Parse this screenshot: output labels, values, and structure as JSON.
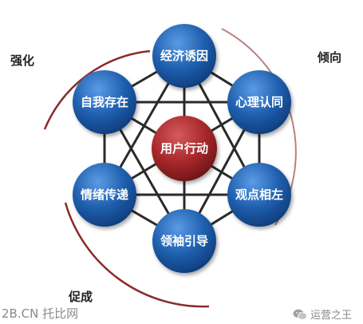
{
  "nodes": {
    "top": "经济诱因",
    "upper_left": "自我存在",
    "upper_right": "心理认同",
    "center": "用户行动",
    "lower_left": "情绪传递",
    "lower_right": "观点相左",
    "bottom": "领袖引导"
  },
  "labels": {
    "strengthen": "强化",
    "tendency": "倾向",
    "promote": "促成"
  },
  "watermarks": {
    "site": "2B.CN 托比网",
    "account": "运营之王"
  },
  "colors": {
    "outer_node": "#1f5fae",
    "center_node": "#a8292b",
    "arc": "#8a2a2a",
    "lines": "#2a2a2a"
  },
  "icons": {
    "wechat": "wechat-icon"
  }
}
